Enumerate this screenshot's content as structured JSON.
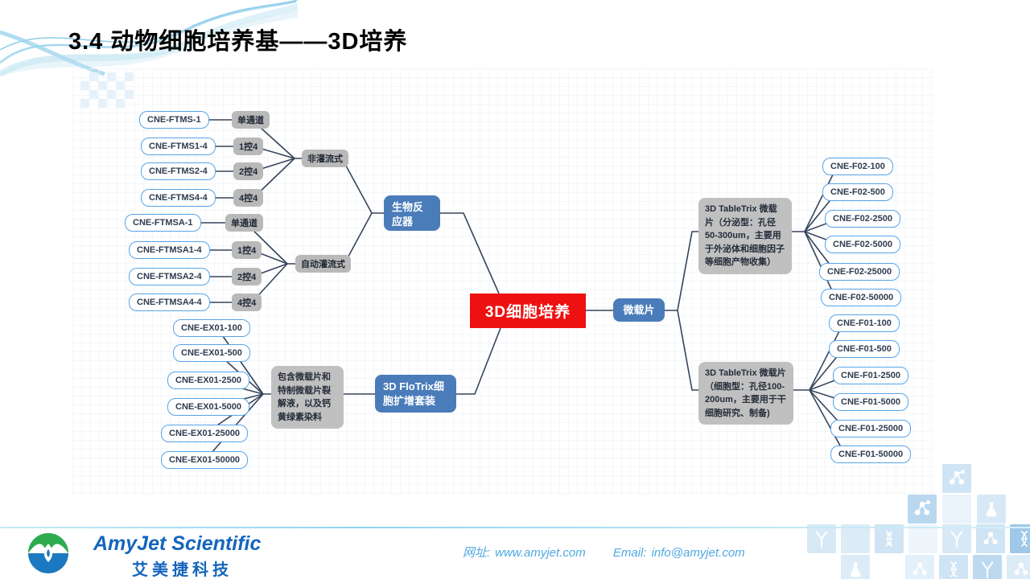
{
  "slide": {
    "title": "3.4 动物细胞培养基——3D培养"
  },
  "mindmap": {
    "center_label": "3D细胞培养",
    "bioreactor": {
      "label": "生物反应器",
      "non_perfusion": {
        "label": "非灌流式",
        "products": [
          {
            "code": "CNE-FTMS-1",
            "spec": "单通道"
          },
          {
            "code": "CNE-FTMS1-4",
            "spec": "1控4"
          },
          {
            "code": "CNE-FTMS2-4",
            "spec": "2控4"
          },
          {
            "code": "CNE-FTMS4-4",
            "spec": "4控4"
          }
        ]
      },
      "auto_perfusion": {
        "label": "自动灌流式",
        "products": [
          {
            "code": "CNE-FTMSA-1",
            "spec": "单通道"
          },
          {
            "code": "CNE-FTMSA1-4",
            "spec": "1控4"
          },
          {
            "code": "CNE-FTMSA2-4",
            "spec": "2控4"
          },
          {
            "code": "CNE-FTMSA4-4",
            "spec": "4控4"
          }
        ]
      }
    },
    "flotrix": {
      "label": "3D FloTrix细胞扩增套装",
      "note": "包含微载片和特制微载片裂解液，以及钙黄绿素染料",
      "products": [
        "CNE-EX01-100",
        "CNE-EX01-500",
        "CNE-EX01-2500",
        "CNE-EX01-5000",
        "CNE-EX01-25000",
        "CNE-EX01-50000"
      ]
    },
    "microcarrier": {
      "label": "微载片",
      "secretory": {
        "note": "3D TableTrix 微载片（分泌型：孔径50-300um，主要用于外泌体和细胞因子等细胞产物收集）",
        "products": [
          "CNE-F02-100",
          "CNE-F02-500",
          "CNE-F02-2500",
          "CNE-F02-5000",
          "CNE-F02-25000",
          "CNE-F02-50000"
        ]
      },
      "cellular": {
        "note": "3D TableTrix 微载片（细胞型：孔径100-200um，主要用于干细胞研究、制备)",
        "products": [
          "CNE-F01-100",
          "CNE-F01-500",
          "CNE-F01-2500",
          "CNE-F01-5000",
          "CNE-F01-25000",
          "CNE-F01-50000"
        ]
      }
    }
  },
  "footer": {
    "brand_en": "AmyJet Scientific",
    "brand_cn": "艾美捷科技",
    "website_label": "网址:",
    "website": "www.amyjet.com",
    "email_label": "Email:",
    "email": "info@amyjet.com"
  },
  "colors": {
    "center_red": "#ee1111",
    "node_blue": "#4a7cba",
    "pill_border": "#56a4e9",
    "gray_box": "#b9b9b9",
    "connector": "#36455c",
    "brand_blue": "#1565bd",
    "footer_text": "#4fa8e2"
  }
}
